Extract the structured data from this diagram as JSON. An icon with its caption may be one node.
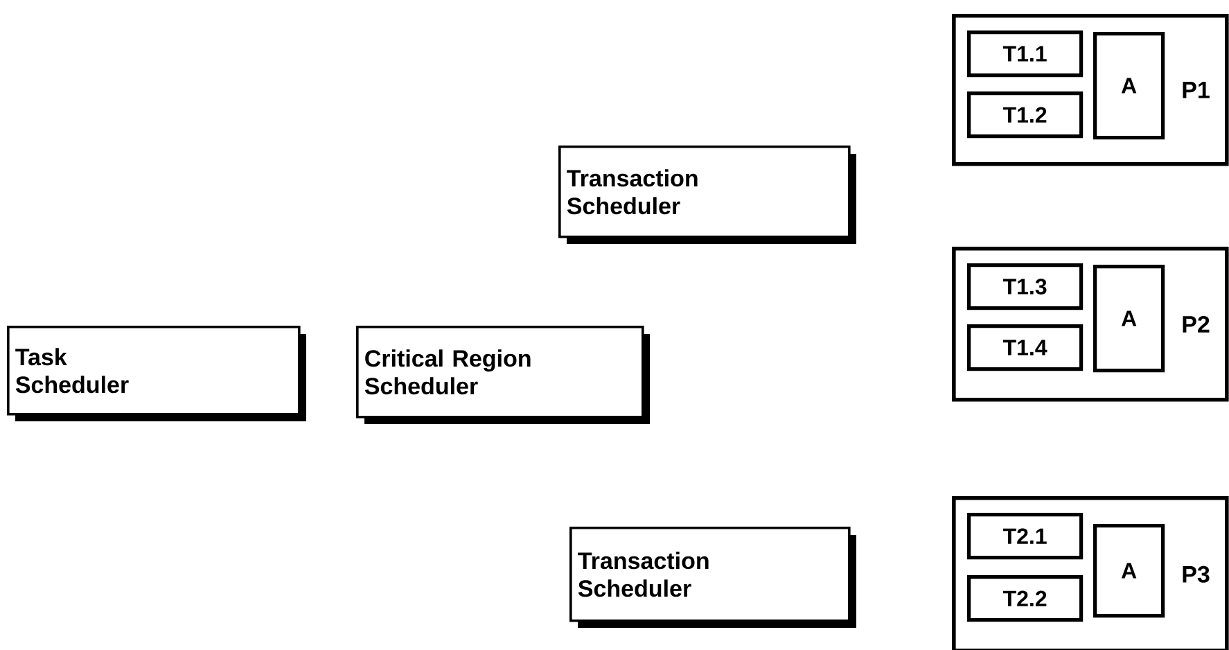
{
  "diagram": {
    "nodes": [
      {
        "text": [
          "Task Scheduler"
        ]
      },
      {
        "text": [
          "Critical Region Scheduler"
        ]
      },
      {
        "text": [
          "Transaction Scheduler"
        ]
      },
      {
        "text": [
          "Transaction Scheduler"
        ]
      },
      {
        "text": [
          "P1"
        ]
      },
      {
        "text": [
          "T1.1"
        ],
        "in": 4
      },
      {
        "text": [
          "T1.2"
        ],
        "in": 4
      },
      {
        "text": [
          "A"
        ],
        "in": 4
      },
      {
        "text": [
          "P2"
        ]
      },
      {
        "text": [
          "T1.3"
        ],
        "in": 8
      },
      {
        "text": [
          "T1.4"
        ],
        "in": 8
      },
      {
        "text": [
          "A"
        ],
        "in": 8
      },
      {
        "text": [
          "P3"
        ]
      },
      {
        "text": [
          "T2.1"
        ],
        "in": 12
      },
      {
        "text": [
          "T2.2"
        ],
        "in": 12
      },
      {
        "text": [
          "A"
        ],
        "in": 12
      }
    ]
  }
}
